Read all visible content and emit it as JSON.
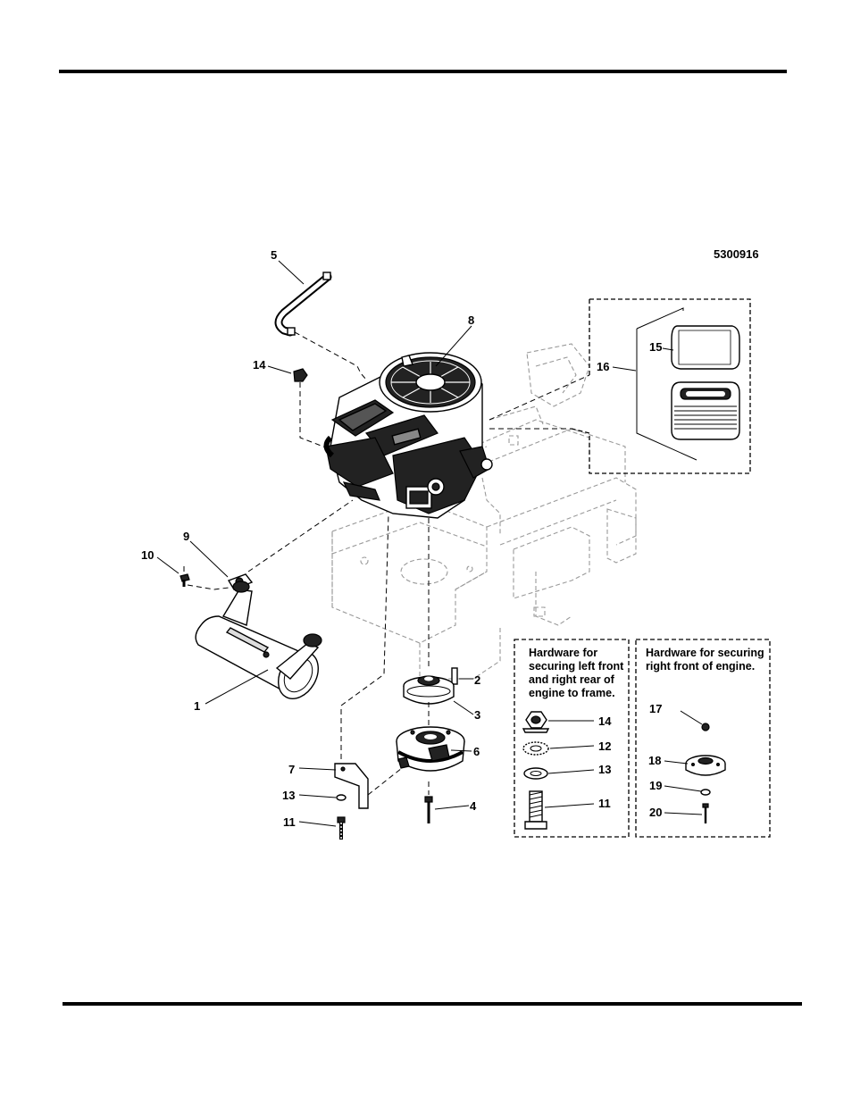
{
  "drawing_number": "5300916",
  "callouts": {
    "c1": "1",
    "c2": "2",
    "c3": "3",
    "c4": "4",
    "c5": "5",
    "c6": "6",
    "c7": "7",
    "c8": "8",
    "c9": "9",
    "c10": "10",
    "c11": "11",
    "c13": "13",
    "c14": "14",
    "c15": "15",
    "c16": "16"
  },
  "left_hardware": {
    "lines": [
      "Hardware for",
      "securing left front",
      "and right rear of",
      "engine to frame."
    ],
    "items": [
      "14",
      "12",
      "13",
      "11"
    ]
  },
  "right_hardware": {
    "lines": [
      "Hardware for securing",
      "right front of engine."
    ],
    "items": [
      "17",
      "18",
      "19",
      "20"
    ]
  }
}
